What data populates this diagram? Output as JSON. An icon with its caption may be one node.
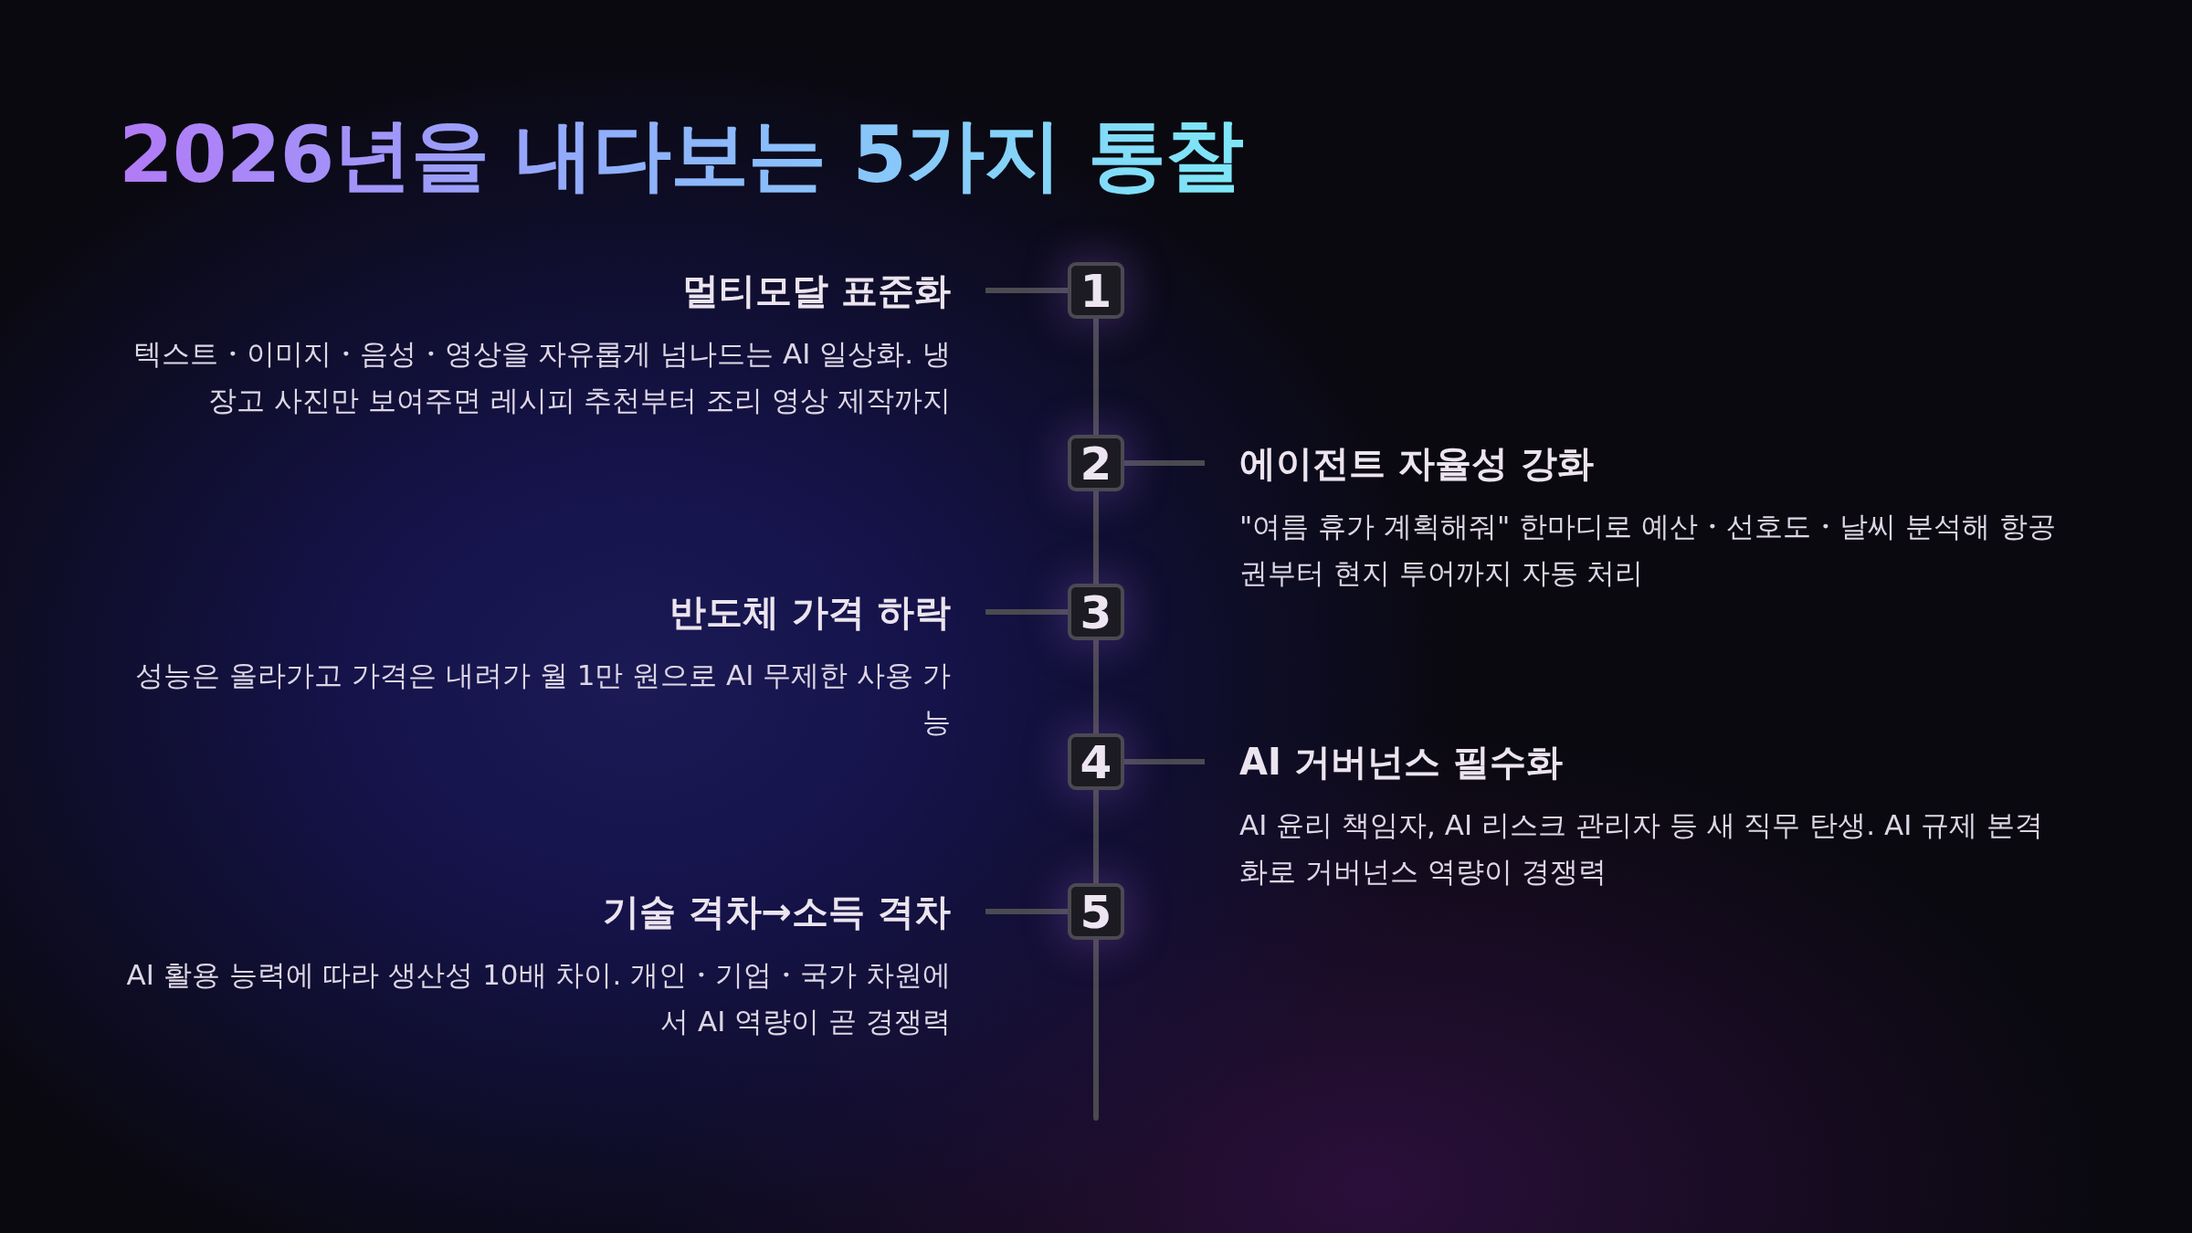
{
  "diagram": {
    "title": "2026년을 내다보는 5가지 통찰",
    "nodes": [
      {
        "text": [
          "1"
        ]
      },
      {
        "text": [
          "멀티모달 표준화",
          "텍스트・이미지・음성・영상을 자유롭게 넘나드는 AI 일상화. 냉장고 사진만 보여주면 레시피 추천부터 조리 영상 제작까지"
        ]
      },
      {
        "text": [
          "2"
        ]
      },
      {
        "text": [
          "에이전트 자율성 강화",
          "\"여름 휴가 계획해줘\" 한마디로 예산・선호도・날씨 분석해 항공권부터 현지 투어까지 자동 처리"
        ]
      },
      {
        "text": [
          "3"
        ]
      },
      {
        "text": [
          "반도체 가격 하락",
          "성능은 올라가고 가격은 내려가 월 1만 원으로 AI 무제한 사용 가능"
        ]
      },
      {
        "text": [
          "4"
        ]
      },
      {
        "text": [
          "AI 거버넌스 필수화",
          "AI 윤리 책임자, AI 리스크 관리자 등 새 직무 탄생. AI 규제 본격화로 거버넌스 역량이 경쟁력"
        ]
      },
      {
        "text": [
          "5"
        ]
      },
      {
        "text": [
          "기술 격차→소득 격차",
          "AI 활용 능력에 따라 생산성 10배 차이. 개인・기업・국가 차원에서 AI 역량이 곧 경쟁력"
        ]
      }
    ],
    "edges": [
      {
        "from": 0,
        "to": 1,
        "arrow": "none"
      },
      {
        "from": 2,
        "to": 3,
        "arrow": "none"
      },
      {
        "from": 4,
        "to": 5,
        "arrow": "none"
      },
      {
        "from": 6,
        "to": 7,
        "arrow": "none"
      },
      {
        "from": 8,
        "to": 9,
        "arrow": "none"
      },
      {
        "from": 0,
        "to": 2,
        "arrow": "none"
      },
      {
        "from": 2,
        "to": 4,
        "arrow": "none"
      },
      {
        "from": 4,
        "to": 6,
        "arrow": "none"
      },
      {
        "from": 6,
        "to": 8,
        "arrow": "none"
      }
    ]
  }
}
